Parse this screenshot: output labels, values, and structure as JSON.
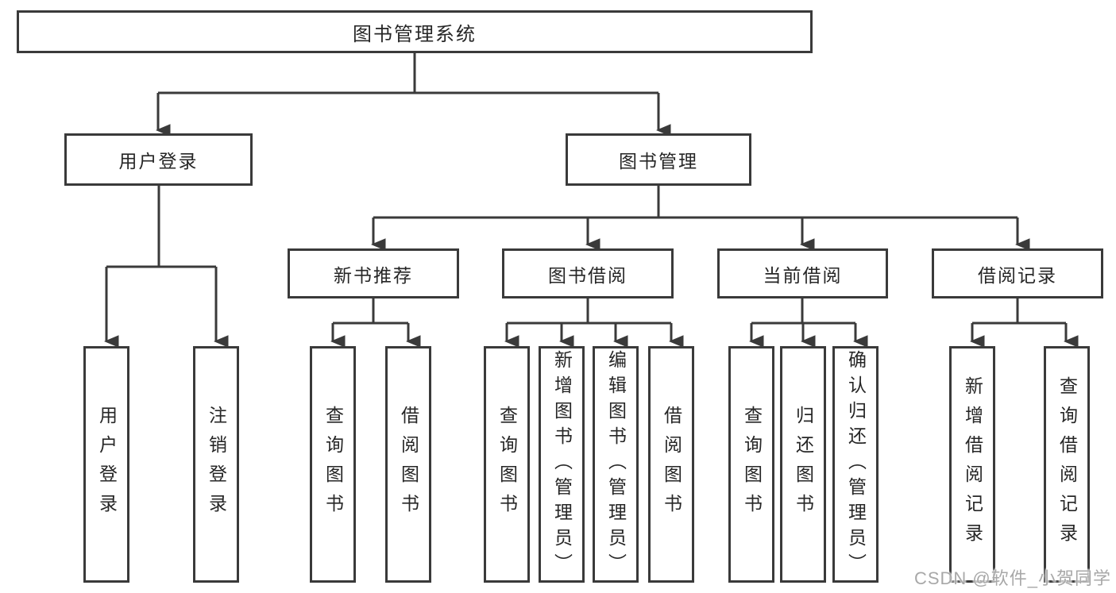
{
  "colors": {
    "line": "#3a3a3a",
    "box_border": "#3a3a3a",
    "text": "#262626",
    "watermark": "#a8a8a8",
    "background": "#ffffff"
  },
  "tree": {
    "root": "图书管理系统",
    "login": {
      "label": "用户登录",
      "children": [
        "用户登录",
        "注销登录"
      ]
    },
    "management": {
      "label": "图书管理",
      "groups": [
        {
          "label": "新书推荐",
          "children": [
            "查询图书",
            "借阅图书"
          ]
        },
        {
          "label": "图书借阅",
          "children": [
            "查询图书",
            "新增图书（管理员）",
            "编辑图书（管理员）",
            "借阅图书"
          ]
        },
        {
          "label": "当前借阅",
          "children": [
            "查询图书",
            "归还图书",
            "确认归还（管理员）"
          ]
        },
        {
          "label": "借阅记录",
          "children": [
            "新增借阅记录",
            "查询借阅记录"
          ]
        }
      ]
    }
  },
  "watermark": {
    "text": "CSDN @软件_小贺同学"
  }
}
